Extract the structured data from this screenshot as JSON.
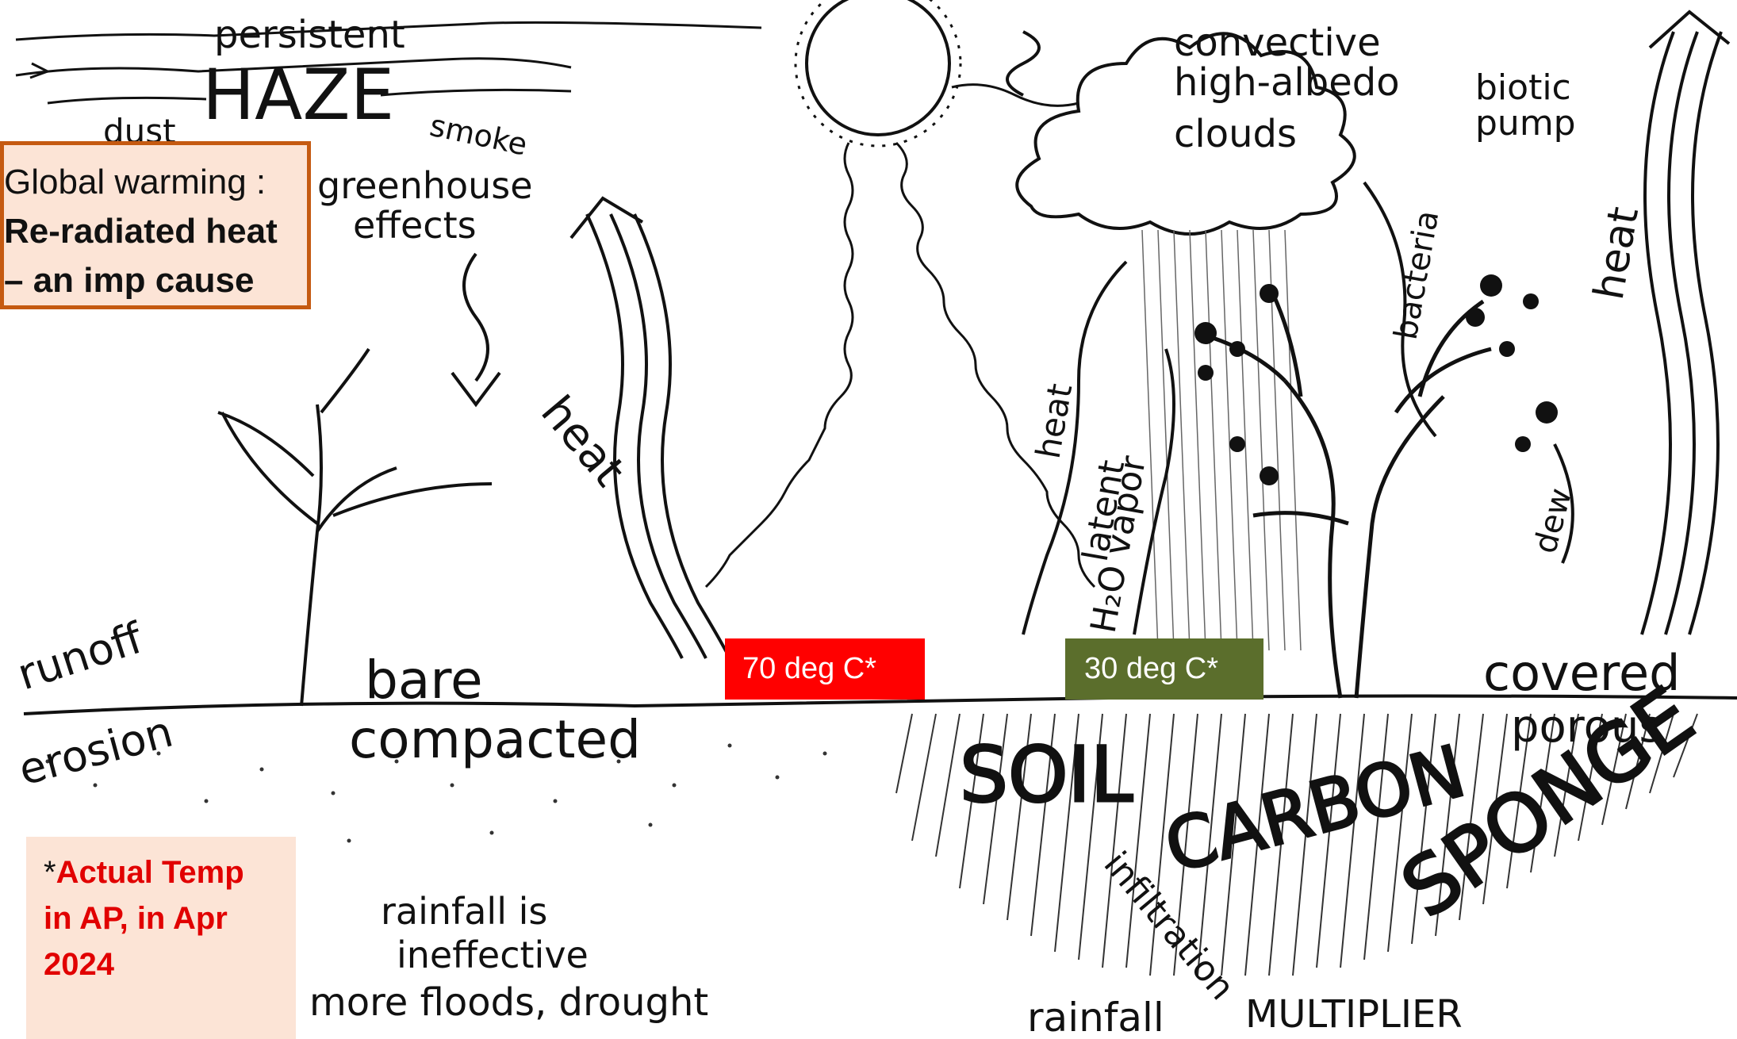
{
  "labels": {
    "persistent": "persistent",
    "haze": "HAZE",
    "dust": "dust",
    "smoke": "smoke",
    "greenhouse": "greenhouse",
    "effects": "effects",
    "heat_left": "heat",
    "runoff": "runoff",
    "erosion": "erosion",
    "bare": "bare",
    "compacted": "compacted",
    "rainfall_is": "rainfall is",
    "ineffective": "ineffective",
    "more_floods": "more floods, drought",
    "convective": "convective",
    "high_albedo": "high-albedo",
    "clouds": "clouds",
    "biotic": "biotic",
    "pump": "pump",
    "heat_right": "heat",
    "bacteria": "bacteria",
    "latent": "latent",
    "latent_heat": "heat",
    "h2o_vapor": "H₂O vapor",
    "dew": "dew",
    "covered": "covered",
    "porous": "porous",
    "soil": "SOIL",
    "carbon": "CARBON",
    "sponge": "SPONGE",
    "infiltration": "infiltration",
    "rainfall": "rainfall",
    "multiplier": "MULTIPLIER"
  },
  "global_box": {
    "line1": "Global warming :",
    "line2": "Re-radiated heat",
    "line3": "– an imp cause"
  },
  "temp_tags": {
    "hot": "70 deg C*",
    "cool": "30  deg C*"
  },
  "actual_box": {
    "star": "*",
    "text_line1": "Actual Temp",
    "text_line2": "in AP, in Apr",
    "text_line3": "2024"
  },
  "colors": {
    "hot_tag": "#ff0000",
    "cool_tag": "#5b6e2c",
    "box_fill": "#fce4d6",
    "box_border": "#c55a11",
    "note_red": "#e10000"
  }
}
